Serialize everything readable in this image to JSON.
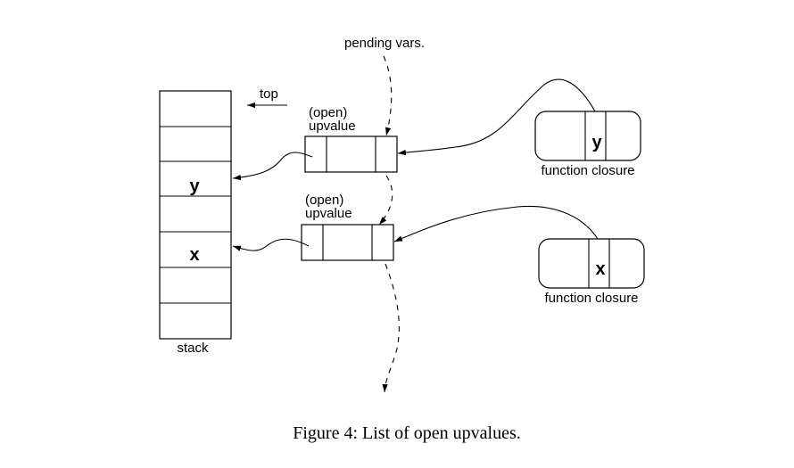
{
  "diagram": {
    "stack": {
      "label": "stack",
      "slots": [
        "",
        "",
        "y",
        "",
        "x",
        "",
        ""
      ]
    },
    "top_label": "top",
    "pending_label": "pending vars.",
    "upvalues": [
      {
        "label_line1": "(open)",
        "label_line2": "upvalue",
        "points_to": "y"
      },
      {
        "label_line1": "(open)",
        "label_line2": "upvalue",
        "points_to": "x"
      }
    ],
    "closures": [
      {
        "label": "function closure",
        "var": "y"
      },
      {
        "label": "function closure",
        "var": "x"
      }
    ]
  },
  "caption": "Figure 4: List of open upvalues."
}
